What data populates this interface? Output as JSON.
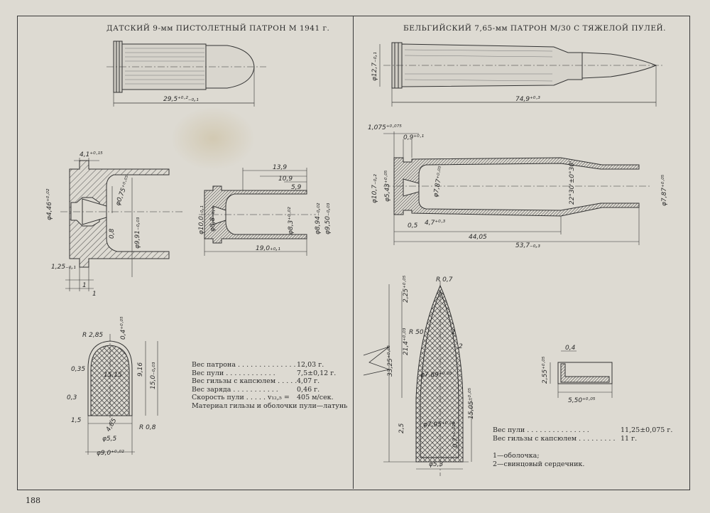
{
  "titles": {
    "left": "ДАТСКИЙ 9-мм ПИСТОЛЕТНЫЙ ПАТРОН М 1941 г.",
    "right": "БЕЛЬГИЙСКИЙ 7,65-мм ПАТРОН М/30 С ТЯЖЕЛОЙ ПУЛЕЙ."
  },
  "left_specs": [
    {
      "label": "Вес патрона . . . . . . . . . . . . . .",
      "value": "12,03 г."
    },
    {
      "label": "Вес пули . . . . . . . . . . . .",
      "value": "7,5±0,12 г."
    },
    {
      "label": "Вес гильзы с капсюлем . . . . .",
      "value": "4,07 г."
    },
    {
      "label": "Вес заряда . . . . . . . . . . .",
      "value": "0,46 г."
    },
    {
      "label": "Скорость пули . . . . . v₁₂,₅ =",
      "value": "405 м/сек."
    }
  ],
  "left_material": "Материал гильзы и оболочки пули—латунь",
  "right_specs": [
    {
      "label": "Вес пули . . . . . . . . . . . . . . .",
      "value": "11,25±0,075 г."
    },
    {
      "label": "Вес гильзы с капсюлем . . . . . . . . .",
      "value": "11 г."
    }
  ],
  "legend": [
    "1—оболочка;",
    "2—свинцовый сердечник."
  ],
  "page_number": "188",
  "dims": {
    "d1": "29,5⁺⁰·²₋₀,₁",
    "d2": "4,1⁺⁰·¹⁵",
    "d3": "φ4,46⁺⁰·⁰²",
    "d4": "φ0,75⁺⁰·⁰⁵",
    "d5": "φ9,91₋₀,₀₃",
    "d6": "0,8",
    "d7": "1,25₋₀,₁",
    "d8": "1",
    "d9": "1",
    "d10": "13,9",
    "d11": "10,9",
    "d12": "5,9",
    "d13": "φ10,0₋₀,₁",
    "d14": "φ8,8₋₀,₁",
    "d15": "φ8,3⁺⁰·⁰²",
    "d16": "φ8,94₋₀,₀₂",
    "d17": "φ9,50₋₀,₀₃",
    "d18": "19,0₊₀,₁",
    "d19": "R 2,85",
    "d20": "0,35",
    "d21": "15,15",
    "d22": "9,16",
    "d23": "15,0₋₀,₀₃",
    "d24": "0,3",
    "d25": "1,5",
    "d26": "R 0,8",
    "d27": "φ5,5",
    "d28": "φ9,0⁺⁰·⁰²",
    "d29": "0,4⁺⁰·⁰⁵",
    "d30": "φ12,7₋₀,₁",
    "d31": "74,9⁺⁰·³",
    "d32": "1,075⁺⁰·⁰⁷⁵",
    "d33": "0,9⁺⁰·¹",
    "d34": "φ10,7₋₀,₂",
    "d35": "φ5,43⁺⁰·⁰⁵",
    "d36": "φ7,87⁺⁰·⁰⁵",
    "d37": "22°30'±0°30'",
    "d38": "φ7,87⁺⁰·⁰⁵",
    "d39": "0,5",
    "d40": "4,7⁺⁰·³",
    "d41": "44,05",
    "d42": "53,7₋₀,₃",
    "d43": "2,25⁺⁰·⁰⁵",
    "d44": "R 0,7",
    "d45": "R 50",
    "d46": "21,4⁺⁰·⁰³",
    "d47": "33,25⁺⁰·⁰⁵",
    "d48": "φ7,89⁺⁰·⁰³",
    "d49": "15,05⁺⁰·⁰⁵",
    "d50": "2,5",
    "d51": "φ7,95⁺⁰·⁰³",
    "d52": "0,7⁺⁰·⁰²⁵",
    "d53": "φ5,3",
    "d54": "1",
    "d55": "2",
    "d56": "2,55⁺⁰·⁰⁵",
    "d57": "0,4",
    "d58": "5,50⁺⁰·⁰⁵",
    "d59": "4,85"
  }
}
